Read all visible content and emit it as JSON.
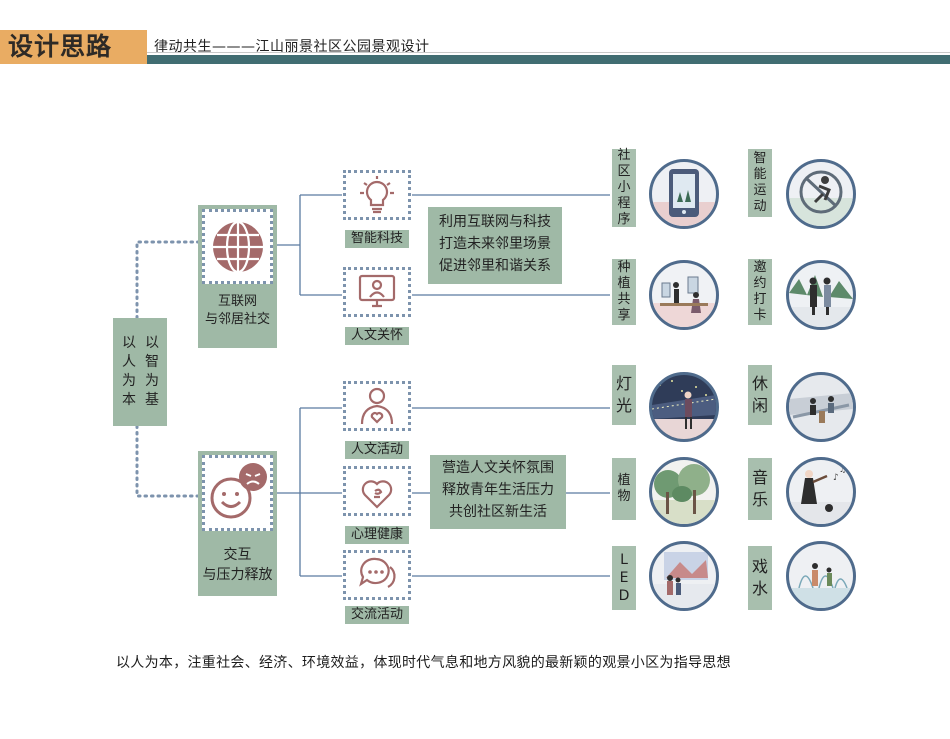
{
  "header": {
    "title": "设计思路",
    "subtitle": "律动共生———江山丽景社区公园景观设计"
  },
  "root": {
    "col1": [
      "以",
      "人",
      "为",
      "本"
    ],
    "col2": [
      "以",
      "智",
      "为",
      "基"
    ]
  },
  "branches": [
    {
      "label_lines": [
        "互联网",
        "与邻居社交"
      ],
      "icon": "globe-icon",
      "subs": [
        {
          "label": "智能科技",
          "icon": "lightbulb-icon"
        },
        {
          "label": "人文关怀",
          "icon": "monitor-user-icon"
        }
      ],
      "desc": [
        "利用互联网与科技",
        "打造未来邻里场景",
        "促进邻里和谐关系"
      ]
    },
    {
      "label_lines": [
        "交互",
        "与压力释放"
      ],
      "icon": "smile-face-icon",
      "subs": [
        {
          "label": "人文活动",
          "icon": "person-heart-icon"
        },
        {
          "label": "心理健康",
          "icon": "heart-mind-icon"
        },
        {
          "label": "交流活动",
          "icon": "chat-bubble-icon"
        }
      ],
      "desc": [
        "营造人文关怀氛围",
        "释放青年生活压力",
        "共创社区新生活"
      ]
    }
  ],
  "features": [
    {
      "label": "社区小程序",
      "image": "phone-app-illustration"
    },
    {
      "label": "智能运动",
      "image": "sports-illustration"
    },
    {
      "label": "种植共享",
      "image": "planting-share-illustration"
    },
    {
      "label": "邀约打卡",
      "image": "checkin-illustration"
    },
    {
      "label": "灯光",
      "image": "lighting-illustration"
    },
    {
      "label": "休闲",
      "image": "leisure-illustration"
    },
    {
      "label": "植物",
      "image": "plants-illustration"
    },
    {
      "label": "音乐",
      "image": "music-illustration"
    },
    {
      "label": "LED",
      "image": "led-illustration"
    },
    {
      "label": "戏水",
      "image": "water-play-illustration"
    }
  ],
  "caption": "以人为本，注重社会、经济、环境效益，体现时代气息和地方风貌的最新颖的观景小区为指导思想",
  "colors": {
    "accent": "#e9ac63",
    "teal": "#416d72",
    "sage": "#9fb9a6",
    "icon": "#a46a6a",
    "line": "#5a7ba0"
  }
}
